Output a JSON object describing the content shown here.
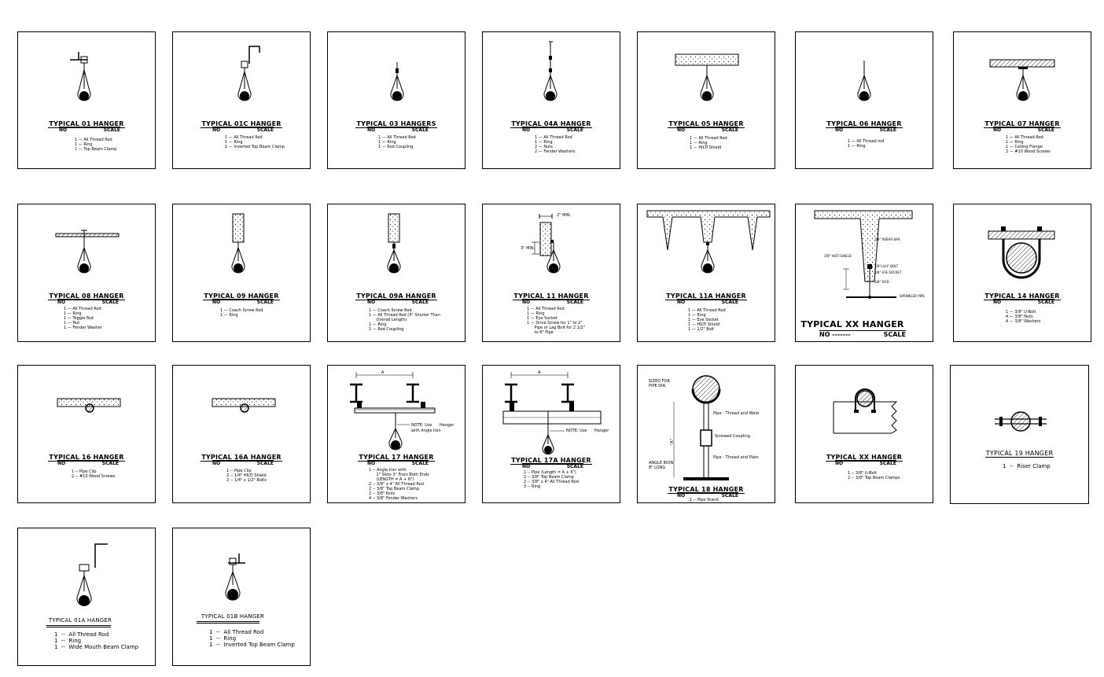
{
  "cards": [
    {
      "id": "01",
      "title": "TYPICAL  01  HANGER",
      "scale_left": "NO",
      "scale_right": "SCALE",
      "items": [
        "1 — All Thread Rod",
        "1 — Ring",
        "1 — Top Beam Clamp"
      ]
    },
    {
      "id": "01C",
      "title": "TYPICAL  01C  HANGER",
      "scale_left": "NO",
      "scale_right": "SCALE",
      "items": [
        "1 — All Thread Rod",
        "1 — Ring",
        "1 — Inverted Top Beam Clamp"
      ]
    },
    {
      "id": "03",
      "title": "TYPICAL  03  HANGERS",
      "scale_left": "NO",
      "scale_right": "SCALE",
      "items": [
        "1 — All Thread Rod",
        "1 — Ring",
        "1 — Rod Coupling"
      ]
    },
    {
      "id": "04A",
      "title": "TYPICAL  04A  HANGER",
      "scale_left": "NO",
      "scale_right": "SCALE",
      "items": [
        "1 — All Thread Rod",
        "1 — Ring",
        "2 — Nuts",
        "2 — Fender Washers"
      ]
    },
    {
      "id": "05",
      "title": "TYPICAL  05  HANGER",
      "scale_left": "NO",
      "scale_right": "SCALE",
      "items": [
        "1 — All Thread Rod",
        "1 — Ring",
        "1 — HILTI Shield"
      ]
    },
    {
      "id": "06",
      "title": "TYPICAL  06  HANGER",
      "scale_left": "NO",
      "scale_right": "SCALE",
      "items": [
        "1 — All Thread rod",
        "1 — Ring"
      ]
    },
    {
      "id": "07",
      "title": "TYPICAL  07  HANGER",
      "scale_left": "NO",
      "scale_right": "SCALE",
      "items": [
        "1 — All Thread Rod",
        "1 — Ring",
        "1 — Ceiling Flange",
        "2 — #10 Wood Screws"
      ]
    },
    {
      "id": "08",
      "title": "TYPICAL  08  HANGER",
      "scale_left": "NO",
      "scale_right": "SCALE",
      "items": [
        "1 — All Thread Rod",
        "1 — Ring",
        "1 — Toggle Nut",
        "1 — Nut",
        "1 — Fender Washer"
      ]
    },
    {
      "id": "09",
      "title": "TYPICAL  09  HANGER",
      "scale_left": "NO",
      "scale_right": "SCALE",
      "items": [
        "1 — Coach Screw Rod",
        "1 — Ring"
      ]
    },
    {
      "id": "09A",
      "title": "TYPICAL  09A  HANGER",
      "scale_left": "NO",
      "scale_right": "SCALE",
      "items": [
        "1 — Coach Screw Rod",
        "1 — All Thread Rod (4\" Shorter Than",
        "      Overall Length)",
        "1 — Ring",
        "1 — Rod Coupling"
      ]
    },
    {
      "id": "11",
      "title": "TYPICAL  11  HANGER",
      "scale_left": "NO",
      "scale_right": "SCALE",
      "items": [
        "1 — All Thread Rod",
        "1 — Ring",
        "1 — Eye Socket",
        "1 — Drive Screw for 1\" to 2\"",
        "      Pipe or Lag Bolt for 2 1/2\"",
        "      to 8\" Pipe"
      ]
    },
    {
      "id": "11A",
      "title": "TYPICAL  11A  HANGER",
      "scale_left": "NO",
      "scale_right": "SCALE",
      "items": [
        "1 — All Thread Rod",
        "1 — Ring",
        "1 — Eye Socket",
        "1 — HILTI Shield",
        "1 — 1/2\" Bolt"
      ]
    },
    {
      "id": "XX1",
      "title": "TYPICAL  XX  HANGER",
      "scale_left": "NO  -------",
      "scale_right": "SCALE",
      "items": []
    },
    {
      "id": "14",
      "title": "TYPICAL  14  HANGER",
      "scale_left": "NO",
      "scale_right": "SCALE",
      "items": [
        "1 — 3/8\" U-Bolt",
        "4 — 3/8\" Nuts",
        "4 — 3/8\" Washers"
      ]
    },
    {
      "id": "16",
      "title": "TYPICAL  16  HANGER",
      "scale_left": "NO",
      "scale_right": "SCALE",
      "items": [
        "1 -- Pipe Clip",
        "2 -- #10 Wood Screws"
      ]
    },
    {
      "id": "16A",
      "title": "TYPICAL  16A  HANGER",
      "scale_left": "NO",
      "scale_right": "SCALE",
      "items": [
        "1 -- Pipe Clip",
        "2 -- 1/4\" HILTI Shield",
        "2 -- 1/4\" x 1/2\" Bolts"
      ]
    },
    {
      "id": "17",
      "title": "TYPICAL  17  HANGER",
      "scale_left": "NO",
      "scale_right": "SCALE",
      "items": [
        "1 -- Angle Iron with",
        "      1\" Slots 3\" From Both Ends",
        "      (LENGTH = A + 6\")",
        "2 -- 3/8\" x 4\" All Thread Rod",
        "2 -- 3/8\" Top Beam Clamp",
        "2 -- 3/8\" Nuts",
        "4 -- 3/8\" Fender Washers"
      ]
    },
    {
      "id": "17A",
      "title": "TYPICAL  17A  HANGER",
      "scale_left": "NO",
      "scale_right": "SCALE",
      "items": [
        "1 -- Pipe (Length = A + 6\")",
        "2 -- 3/8\" Top Beam Clamp",
        "2 -- 3/8\" x 4\" All Thread Rod",
        "3 -- Ring"
      ]
    },
    {
      "id": "18",
      "title": "TYPICAL  18  HANGER",
      "scale_left": "NO",
      "scale_right": "SCALE",
      "items": [
        "1 -- Pipe Stand"
      ]
    },
    {
      "id": "XX2",
      "title": "TYPICAL  XX  HANGER",
      "scale_left": "NO",
      "scale_right": "SCALE",
      "items": [
        "1 -- 3/8\" U-Bolt",
        "2 -- 3/8\" Top Beam Clamps"
      ]
    },
    {
      "id": "19",
      "title": "TYPICAL  19  HANGER",
      "scale_left": "",
      "scale_right": "",
      "items": [
        "1  --  Riser Clamp"
      ]
    },
    {
      "id": "01A",
      "title": "TYPICAL  01A  HANGER",
      "scale_left": "",
      "scale_right": "",
      "items": [
        "1  --  All Thread Rod",
        "1  --  Ring",
        "1  --  Wide Mouth Beam Clamp"
      ]
    },
    {
      "id": "01B",
      "title": "TYPICAL  01B  HANGER",
      "scale_left": "",
      "scale_right": "",
      "items": [
        "1  --  All Thread Rod",
        "1  --  Ring",
        "1  --  Inverted Top Beam Clamp"
      ]
    }
  ],
  "annotations": {
    "c11_min2": "2\" MIN.",
    "c11_min3": "3\" MIN.",
    "cxx_rebar": "3/8\" REBAR BAR",
    "cxx_shield": "3/8\" HILTI SHIELD",
    "cxx_bolt": "3/8\"x3/4\" BOLT",
    "cxx_socket": "3/8\" EYE SOCKET",
    "cxx_rod": "3/8\" ROD",
    "cxx_pipe": "SPRINKLER PIPE",
    "c17_a": "A",
    "c17_note1": "NOTE: Use",
    "c17_note2": "Hanger",
    "c17_note3": "with Angle Iron",
    "c17a_a": "A",
    "c17a_note1": "NOTE: Use",
    "c17a_note2": "Hanger",
    "c18_sized1": "SIZED FOR",
    "c18_sized2": "PIPE DIA.",
    "c18_pipe1": "Pipe - Thread and Weld",
    "c18_coupling": "Screwed Coupling",
    "c18_pipe2": "Pipe - Thread and Plain",
    "c18_angle1": "ANGLE IRON",
    "c18_angle2": "8\" LONG",
    "c18_a": "\"A\""
  }
}
